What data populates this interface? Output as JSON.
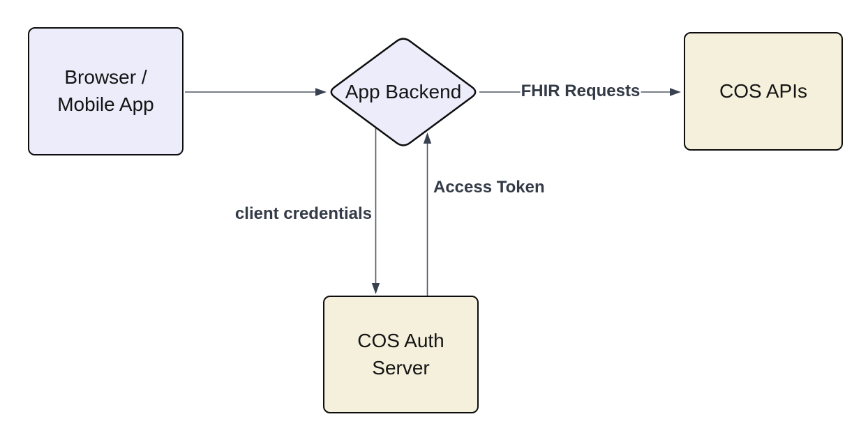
{
  "diagram": {
    "type": "flowchart",
    "background_color": "#ffffff",
    "colors": {
      "node_fill_lavender": "#ececfb",
      "node_fill_cream": "#f5f0dc",
      "node_border": "#0d0d0d",
      "node_text": "#141414",
      "edge_line": "#4d5662",
      "arrowhead_fill": "#394150",
      "edge_label_text": "#333b47"
    },
    "nodes": [
      {
        "id": "browser",
        "shape": "rounded-rect",
        "fill": "lavender",
        "label": "Browser / Mobile App",
        "lines": [
          "Browser /",
          "Mobile App"
        ]
      },
      {
        "id": "backend",
        "shape": "diamond",
        "fill": "lavender",
        "label": "App Backend"
      },
      {
        "id": "cos-apis",
        "shape": "rounded-rect",
        "fill": "cream",
        "label": "COS APIs"
      },
      {
        "id": "auth-server",
        "shape": "rounded-rect",
        "fill": "cream",
        "label": "COS Auth Server",
        "lines": [
          "COS Auth",
          "Server"
        ]
      }
    ],
    "edges": [
      {
        "from": "browser",
        "to": "backend",
        "label": ""
      },
      {
        "from": "backend",
        "to": "cos-apis",
        "label": "FHIR Requests"
      },
      {
        "from": "backend",
        "to": "auth-server",
        "label": "client credentials"
      },
      {
        "from": "auth-server",
        "to": "backend",
        "label": "Access Token"
      }
    ]
  }
}
